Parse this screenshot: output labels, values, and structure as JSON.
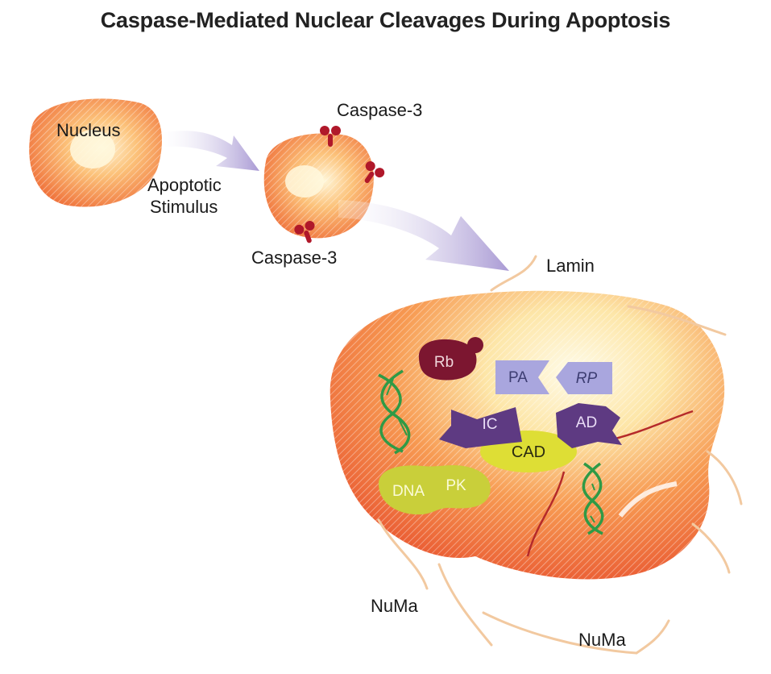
{
  "title": "Caspase-Mediated Nuclear Cleavages During Apoptosis",
  "labels": {
    "nucleus": "Nucleus",
    "stimulus_line1": "Apoptotic",
    "stimulus_line2": "Stimulus",
    "caspase_top": "Caspase-3",
    "caspase_bottom": "Caspase-3",
    "lamin": "Lamin",
    "numa_left": "NuMa",
    "numa_right": "NuMa"
  },
  "components": {
    "rb": "Rb",
    "pa": "PA",
    "rp": "RP",
    "ic": "IC",
    "ad": "AD",
    "cad": "CAD",
    "dna": "DNA",
    "pk": "PK"
  },
  "colors": {
    "nucleus_orange": "#f07a3a",
    "nucleus_yellow": "#fde2a0",
    "arrow_lavender": "#b9a9dc",
    "caspase_red": "#b0182a",
    "rb_maroon": "#7c1630",
    "pa_rp_blue": "#a9a6de",
    "icad_purple": "#5e3a82",
    "cad_yellow": "#dede35",
    "dna_pk_olive": "#c9cf3a",
    "helix_green": "#2f9a46"
  }
}
